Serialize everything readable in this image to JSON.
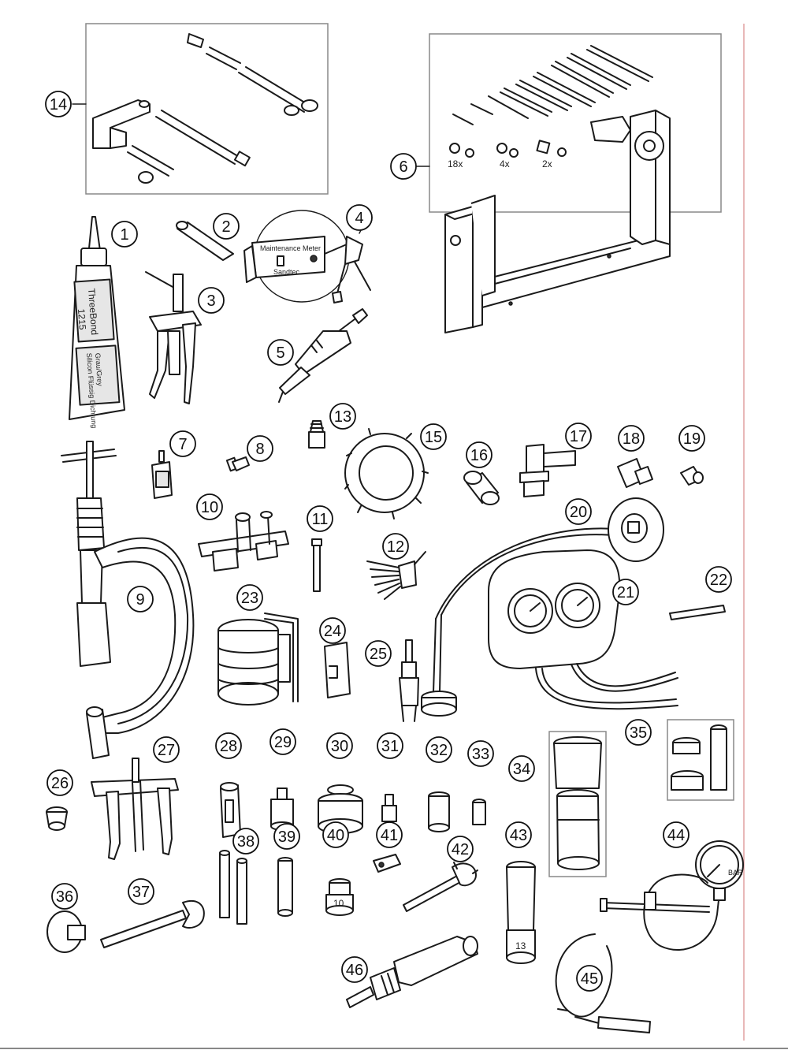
{
  "callouts": [
    {
      "id": "1",
      "label": "1"
    },
    {
      "id": "2",
      "label": "2"
    },
    {
      "id": "3",
      "label": "3"
    },
    {
      "id": "4",
      "label": "4"
    },
    {
      "id": "5",
      "label": "5"
    },
    {
      "id": "6",
      "label": "6"
    },
    {
      "id": "7",
      "label": "7"
    },
    {
      "id": "8",
      "label": "8"
    },
    {
      "id": "9",
      "label": "9"
    },
    {
      "id": "10",
      "label": "10"
    },
    {
      "id": "11",
      "label": "11"
    },
    {
      "id": "12",
      "label": "12"
    },
    {
      "id": "13",
      "label": "13"
    },
    {
      "id": "14",
      "label": "14"
    },
    {
      "id": "15",
      "label": "15"
    },
    {
      "id": "16",
      "label": "16"
    },
    {
      "id": "17",
      "label": "17"
    },
    {
      "id": "18",
      "label": "18"
    },
    {
      "id": "19",
      "label": "19"
    },
    {
      "id": "20",
      "label": "20"
    },
    {
      "id": "21",
      "label": "21"
    },
    {
      "id": "22",
      "label": "22"
    },
    {
      "id": "23",
      "label": "23"
    },
    {
      "id": "24",
      "label": "24"
    },
    {
      "id": "25",
      "label": "25"
    },
    {
      "id": "26",
      "label": "26"
    },
    {
      "id": "27",
      "label": "27"
    },
    {
      "id": "28",
      "label": "28"
    },
    {
      "id": "29",
      "label": "29"
    },
    {
      "id": "30",
      "label": "30"
    },
    {
      "id": "31",
      "label": "31"
    },
    {
      "id": "32",
      "label": "32"
    },
    {
      "id": "33",
      "label": "33"
    },
    {
      "id": "34",
      "label": "34"
    },
    {
      "id": "35",
      "label": "35"
    },
    {
      "id": "36",
      "label": "36"
    },
    {
      "id": "37",
      "label": "37"
    },
    {
      "id": "38",
      "label": "38"
    },
    {
      "id": "39",
      "label": "39"
    },
    {
      "id": "40",
      "label": "40"
    },
    {
      "id": "41",
      "label": "41"
    },
    {
      "id": "42",
      "label": "42"
    },
    {
      "id": "43",
      "label": "43"
    },
    {
      "id": "44",
      "label": "44"
    },
    {
      "id": "45",
      "label": "45"
    },
    {
      "id": "46",
      "label": "46"
    }
  ],
  "tube_text": {
    "brand": "ThreeBond",
    "number": "1215",
    "line1": "Grau/Grey",
    "line2": "Silicon Flüssig Dichtung"
  },
  "meter_text": {
    "title": "Maintenance Meter",
    "brand": "Sandtec"
  },
  "qty": {
    "bolts": "18x",
    "nuts": "4x",
    "plates": "2x"
  },
  "socket_40_size": "10",
  "socket_43_size": "13",
  "gauge_44_unit": "BAR",
  "palette": {
    "line": "#1a1a1a",
    "frame": "#888888",
    "margin_rule": "#e0a0a0",
    "fill": "#e6e6e6"
  }
}
